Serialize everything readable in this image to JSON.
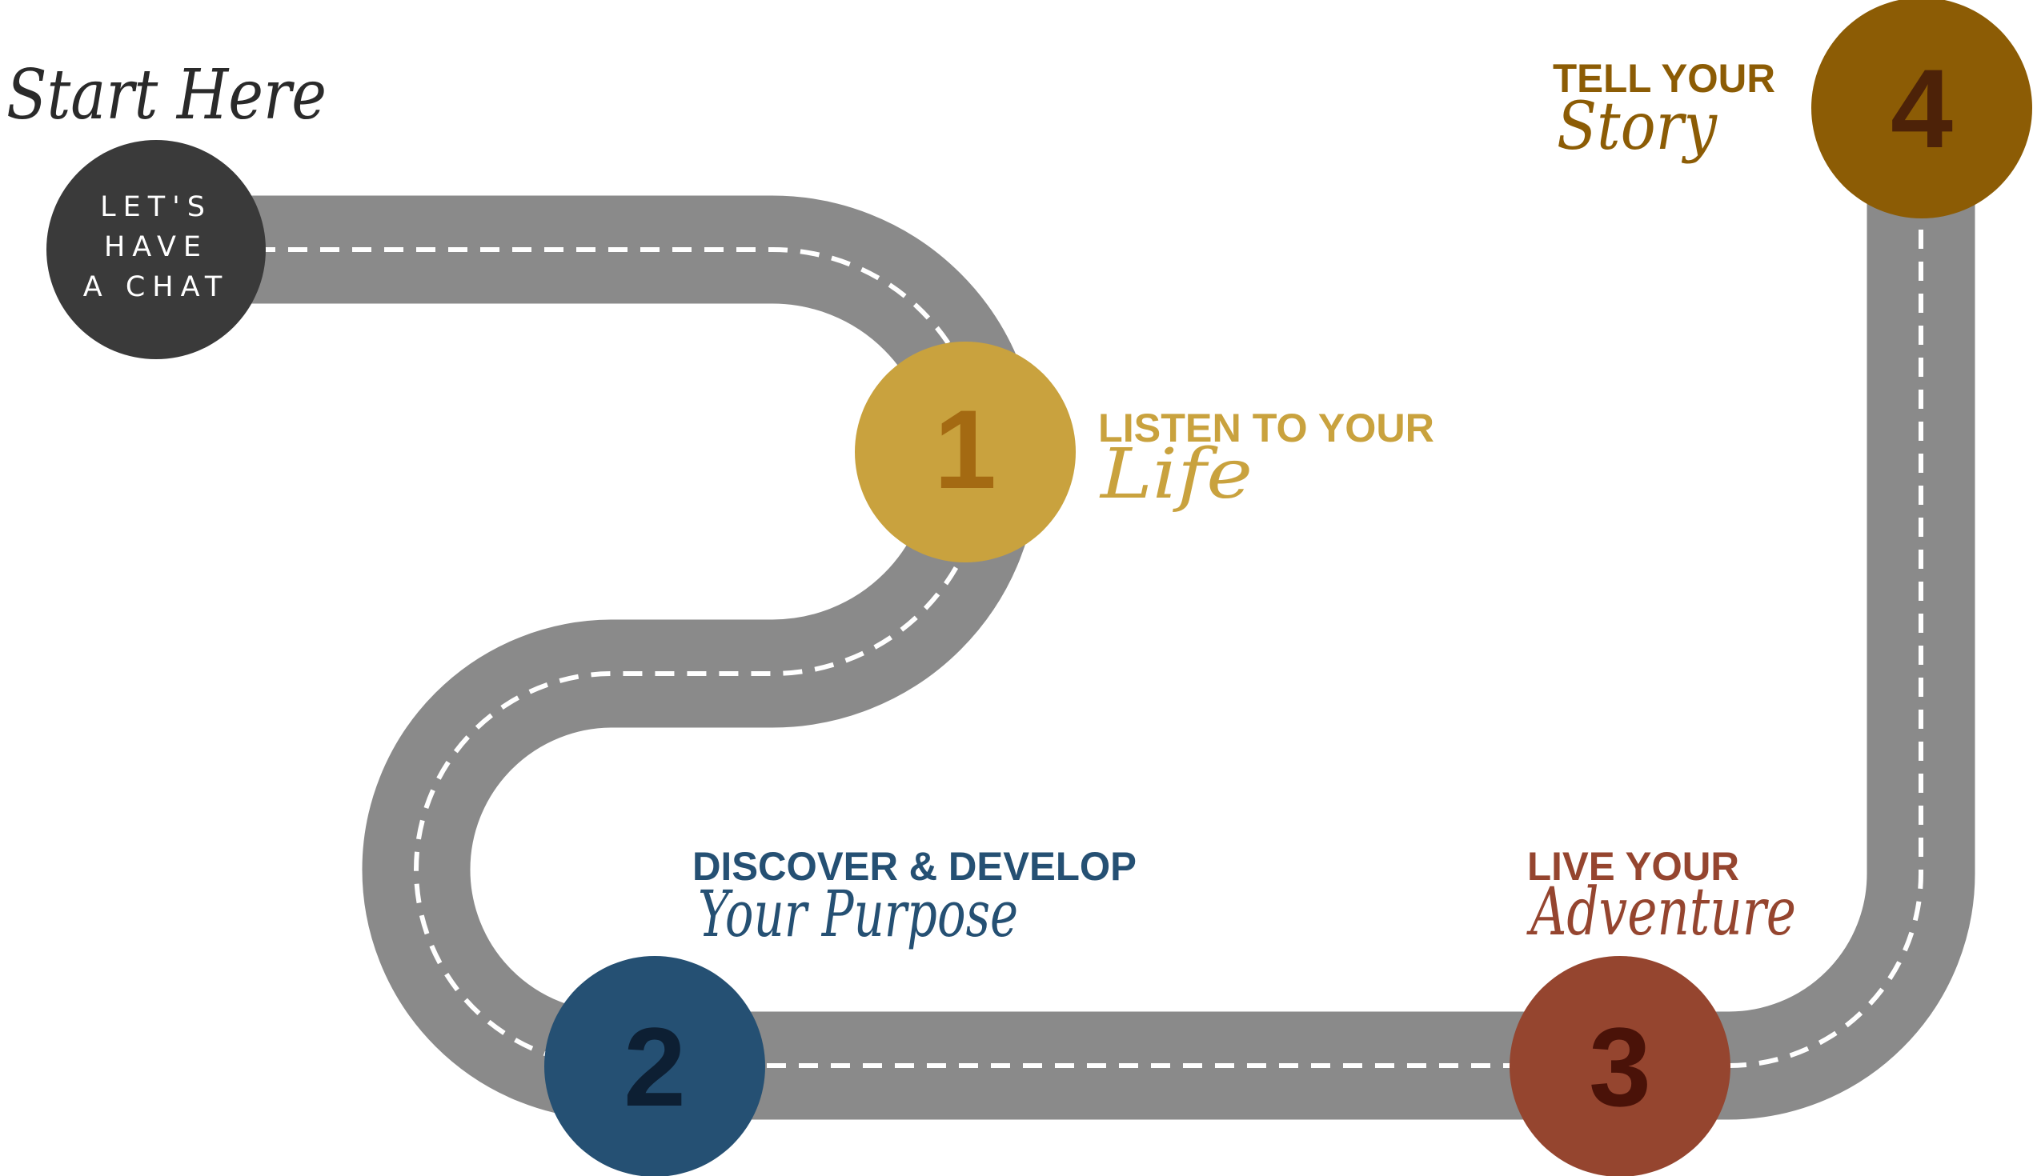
{
  "start": {
    "script_label": "Start Here",
    "circle_lines": [
      "LET'S",
      "HAVE",
      "A CHAT"
    ]
  },
  "steps": [
    {
      "number": "1",
      "heading": "LISTEN TO YOUR",
      "script": "Life",
      "circle_color": "#c9a23e",
      "number_color": "#a46a12",
      "text_color": "#c9a23e",
      "script_color": "#c9a23e"
    },
    {
      "number": "2",
      "heading": "DISCOVER & DEVELOP",
      "script": "Your Purpose",
      "circle_color": "#255073",
      "number_color": "#0d1f33",
      "text_color": "#255073",
      "script_color": "#255073"
    },
    {
      "number": "3",
      "heading": "LIVE YOUR",
      "script": "Adventure",
      "circle_color": "#95452f",
      "number_color": "#4a1208",
      "text_color": "#95452f",
      "script_color": "#95452f"
    },
    {
      "number": "4",
      "heading": "TELL YOUR",
      "script": "Story",
      "circle_color": "#8c5c05",
      "number_color": "#4d2208",
      "text_color": "#8c5c05",
      "script_color": "#8c5c05"
    }
  ],
  "colors": {
    "road": "#8a8a8a",
    "lane_marking": "#ffffff",
    "start_circle": "#3a3a3a",
    "start_text": "#ffffff",
    "script_dark": "#2a2a2a"
  }
}
